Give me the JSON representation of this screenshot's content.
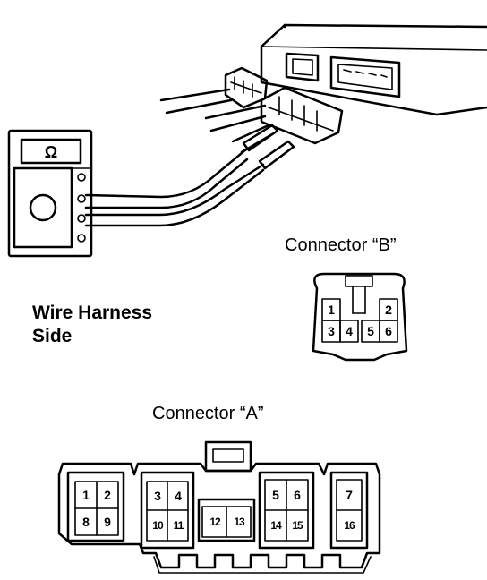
{
  "labels": {
    "connector_b": "Connector “B”",
    "connector_a": "Connector “A”",
    "wire_harness_line1": "Wire Harness",
    "wire_harness_line2": "Side",
    "meter_symbol": "Ω"
  },
  "connector_b": {
    "pins": [
      "1",
      "2",
      "3",
      "4",
      "5",
      "6"
    ]
  },
  "connector_a": {
    "pins": [
      "1",
      "2",
      "8",
      "9",
      "3",
      "4",
      "10",
      "11",
      "12",
      "13",
      "5",
      "6",
      "14",
      "15",
      "7",
      "16"
    ]
  },
  "icons": {
    "meter": "ohmmeter-icon",
    "ecu": "control-unit-icon"
  }
}
